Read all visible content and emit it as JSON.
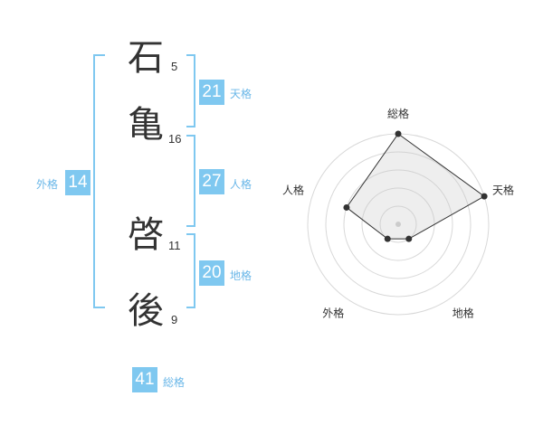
{
  "colors": {
    "accent": "#7fc8f0",
    "accent_text": "#6ab7e8",
    "ink": "#333333"
  },
  "name": [
    {
      "char": "石",
      "strokes": "5"
    },
    {
      "char": "亀",
      "strokes": "16"
    },
    {
      "char": "啓",
      "strokes": "11"
    },
    {
      "char": "後",
      "strokes": "9"
    }
  ],
  "kakusu": {
    "tenkaku": {
      "value": "21",
      "label": "天格"
    },
    "jinkaku": {
      "value": "27",
      "label": "人格"
    },
    "chikaku": {
      "value": "20",
      "label": "地格"
    },
    "gaikaku": {
      "value": "14",
      "label": "外格"
    },
    "soukaku": {
      "value": "41",
      "label": "総格"
    }
  },
  "chart_data": {
    "type": "radar",
    "axes": [
      "総格",
      "天格",
      "地格",
      "外格",
      "人格"
    ],
    "values": [
      5,
      5,
      1,
      1,
      3
    ],
    "scale_max": 5
  }
}
